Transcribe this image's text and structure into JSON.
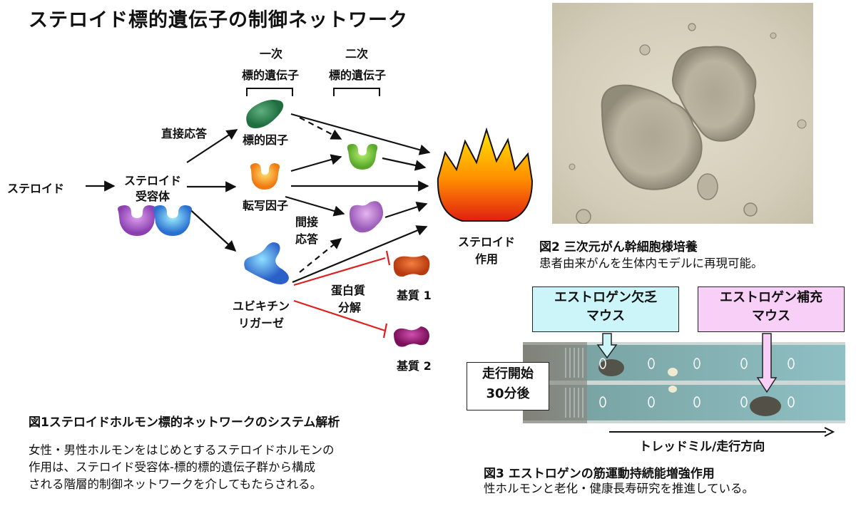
{
  "title": "ステロイド標的遺伝子の制御ネットワーク",
  "diagram": {
    "primary_header": [
      "一次",
      "標的遺伝子"
    ],
    "secondary_header": [
      "二次",
      "標的遺伝子"
    ],
    "steroid": "ステロイド",
    "receptor": [
      "ステロイド",
      "受容体"
    ],
    "direct_response": "直接応答",
    "target_factor": "標的因子",
    "transcription_factor": "転写因子",
    "indirect_response": [
      "間接",
      "応答"
    ],
    "ubiquitin_ligase": [
      "ユビキチン",
      "リガーゼ"
    ],
    "protein_degradation": [
      "蛋白質",
      "分解"
    ],
    "substrate1": "基質 1",
    "substrate2": "基質 2",
    "steroid_action": [
      "ステロイド",
      "作用"
    ]
  },
  "fig1": {
    "caption": "図1ステロイドホルモン標的ネットワークのシステム解析",
    "text": [
      "女性・男性ホルモンをはじめとするステロイドホルモンの",
      "作用は、ステロイド受容体-標的標的遺伝子群から構成",
      "される階層的制御ネットワークを介してもたらされる。"
    ]
  },
  "fig2": {
    "caption": "図2 三次元がん幹細胞様培養",
    "text": "患者由来がんを生体内モデルに再現可能。"
  },
  "fig3": {
    "deficient_box": [
      "エストロゲン欠乏",
      "マウス"
    ],
    "supplement_box": [
      "エストロゲン補充",
      "マウス"
    ],
    "time_box": [
      "走行開始",
      "30分後"
    ],
    "direction": "トレッドミル/走行方向",
    "caption": "図3 エストロゲンの筋運動持続能増強作用",
    "text": "性ホルモンと老化・健康長寿研究を推進している。"
  },
  "colors": {
    "target_factor": "#2e7d4f",
    "transcription_factor": "#f08a1c",
    "secondary_green": "#7cc63a",
    "secondary_purple": "#b277c9",
    "ubiquitin": "#3f8fd8",
    "substrate1": "#d85a1a",
    "substrate2": "#a0207a",
    "inhibit": "#e0201e",
    "cyan_box": "#ccf5fa",
    "pink_box": "#f7cff7"
  }
}
